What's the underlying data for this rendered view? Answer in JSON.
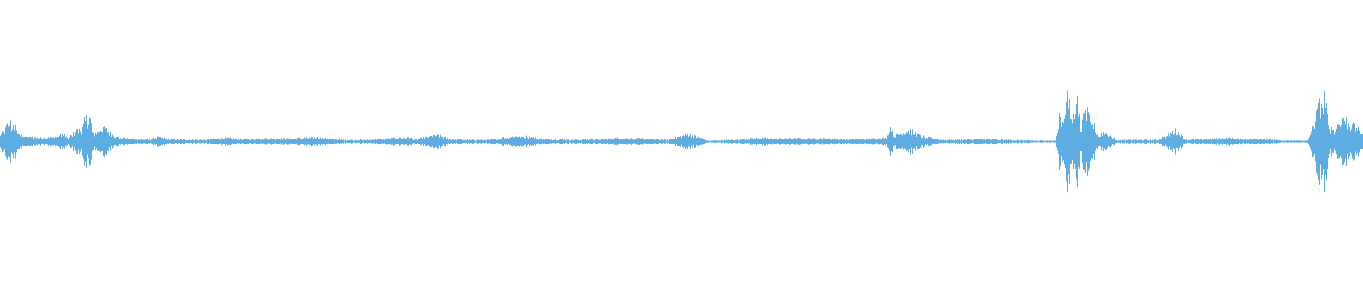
{
  "waveform": {
    "color": "#5dade2",
    "background": "#ffffff",
    "segments": [
      {
        "t": 0.0,
        "a": 0.1
      },
      {
        "t": 0.004,
        "a": 0.22
      },
      {
        "t": 0.007,
        "a": 0.42
      },
      {
        "t": 0.009,
        "a": 0.18
      },
      {
        "t": 0.011,
        "a": 0.35
      },
      {
        "t": 0.013,
        "a": 0.12
      },
      {
        "t": 0.02,
        "a": 0.08
      },
      {
        "t": 0.03,
        "a": 0.06
      },
      {
        "t": 0.04,
        "a": 0.07
      },
      {
        "t": 0.045,
        "a": 0.14
      },
      {
        "t": 0.05,
        "a": 0.06
      },
      {
        "t": 0.055,
        "a": 0.18
      },
      {
        "t": 0.06,
        "a": 0.22
      },
      {
        "t": 0.063,
        "a": 0.4
      },
      {
        "t": 0.066,
        "a": 0.42
      },
      {
        "t": 0.068,
        "a": 0.12
      },
      {
        "t": 0.072,
        "a": 0.2
      },
      {
        "t": 0.076,
        "a": 0.28
      },
      {
        "t": 0.08,
        "a": 0.16
      },
      {
        "t": 0.085,
        "a": 0.08
      },
      {
        "t": 0.092,
        "a": 0.05
      },
      {
        "t": 0.1,
        "a": 0.04
      },
      {
        "t": 0.11,
        "a": 0.03
      },
      {
        "t": 0.115,
        "a": 0.08
      },
      {
        "t": 0.125,
        "a": 0.04
      },
      {
        "t": 0.15,
        "a": 0.03
      },
      {
        "t": 0.165,
        "a": 0.06
      },
      {
        "t": 0.175,
        "a": 0.04
      },
      {
        "t": 0.19,
        "a": 0.05
      },
      {
        "t": 0.212,
        "a": 0.05
      },
      {
        "t": 0.23,
        "a": 0.07
      },
      {
        "t": 0.25,
        "a": 0.03
      },
      {
        "t": 0.27,
        "a": 0.03
      },
      {
        "t": 0.3,
        "a": 0.07
      },
      {
        "t": 0.305,
        "a": 0.03
      },
      {
        "t": 0.32,
        "a": 0.12
      },
      {
        "t": 0.33,
        "a": 0.04
      },
      {
        "t": 0.345,
        "a": 0.03
      },
      {
        "t": 0.36,
        "a": 0.03
      },
      {
        "t": 0.378,
        "a": 0.1
      },
      {
        "t": 0.386,
        "a": 0.09
      },
      {
        "t": 0.395,
        "a": 0.05
      },
      {
        "t": 0.42,
        "a": 0.03
      },
      {
        "t": 0.44,
        "a": 0.04
      },
      {
        "t": 0.455,
        "a": 0.06
      },
      {
        "t": 0.47,
        "a": 0.05
      },
      {
        "t": 0.49,
        "a": 0.03
      },
      {
        "t": 0.505,
        "a": 0.13
      },
      {
        "t": 0.52,
        "a": 0.02
      },
      {
        "t": 0.54,
        "a": 0.03
      },
      {
        "t": 0.555,
        "a": 0.06
      },
      {
        "t": 0.57,
        "a": 0.05
      },
      {
        "t": 0.59,
        "a": 0.05
      },
      {
        "t": 0.605,
        "a": 0.05
      },
      {
        "t": 0.63,
        "a": 0.04
      },
      {
        "t": 0.65,
        "a": 0.06
      },
      {
        "t": 0.653,
        "a": 0.28
      },
      {
        "t": 0.656,
        "a": 0.1
      },
      {
        "t": 0.662,
        "a": 0.15
      },
      {
        "t": 0.666,
        "a": 0.22
      },
      {
        "t": 0.675,
        "a": 0.1
      },
      {
        "t": 0.69,
        "a": 0.03
      },
      {
        "t": 0.7,
        "a": 0.03
      },
      {
        "t": 0.72,
        "a": 0.04
      },
      {
        "t": 0.74,
        "a": 0.03
      },
      {
        "t": 0.76,
        "a": 0.02
      },
      {
        "t": 0.775,
        "a": 0.02
      },
      {
        "t": 0.778,
        "a": 0.55
      },
      {
        "t": 0.78,
        "a": 0.3
      },
      {
        "t": 0.783,
        "a": 1.0
      },
      {
        "t": 0.786,
        "a": 0.35
      },
      {
        "t": 0.79,
        "a": 0.8
      },
      {
        "t": 0.793,
        "a": 0.25
      },
      {
        "t": 0.799,
        "a": 0.65
      },
      {
        "t": 0.805,
        "a": 0.1
      },
      {
        "t": 0.81,
        "a": 0.15
      },
      {
        "t": 0.82,
        "a": 0.03
      },
      {
        "t": 0.85,
        "a": 0.03
      },
      {
        "t": 0.863,
        "a": 0.2
      },
      {
        "t": 0.87,
        "a": 0.03
      },
      {
        "t": 0.885,
        "a": 0.04
      },
      {
        "t": 0.9,
        "a": 0.06
      },
      {
        "t": 0.913,
        "a": 0.04
      },
      {
        "t": 0.925,
        "a": 0.05
      },
      {
        "t": 0.94,
        "a": 0.02
      },
      {
        "t": 0.96,
        "a": 0.02
      },
      {
        "t": 0.966,
        "a": 0.45
      },
      {
        "t": 0.969,
        "a": 0.7
      },
      {
        "t": 0.972,
        "a": 0.82
      },
      {
        "t": 0.975,
        "a": 0.25
      },
      {
        "t": 0.98,
        "a": 0.2
      },
      {
        "t": 0.985,
        "a": 0.48
      },
      {
        "t": 0.99,
        "a": 0.3
      },
      {
        "t": 0.995,
        "a": 0.25
      },
      {
        "t": 1.0,
        "a": 0.15
      }
    ]
  }
}
